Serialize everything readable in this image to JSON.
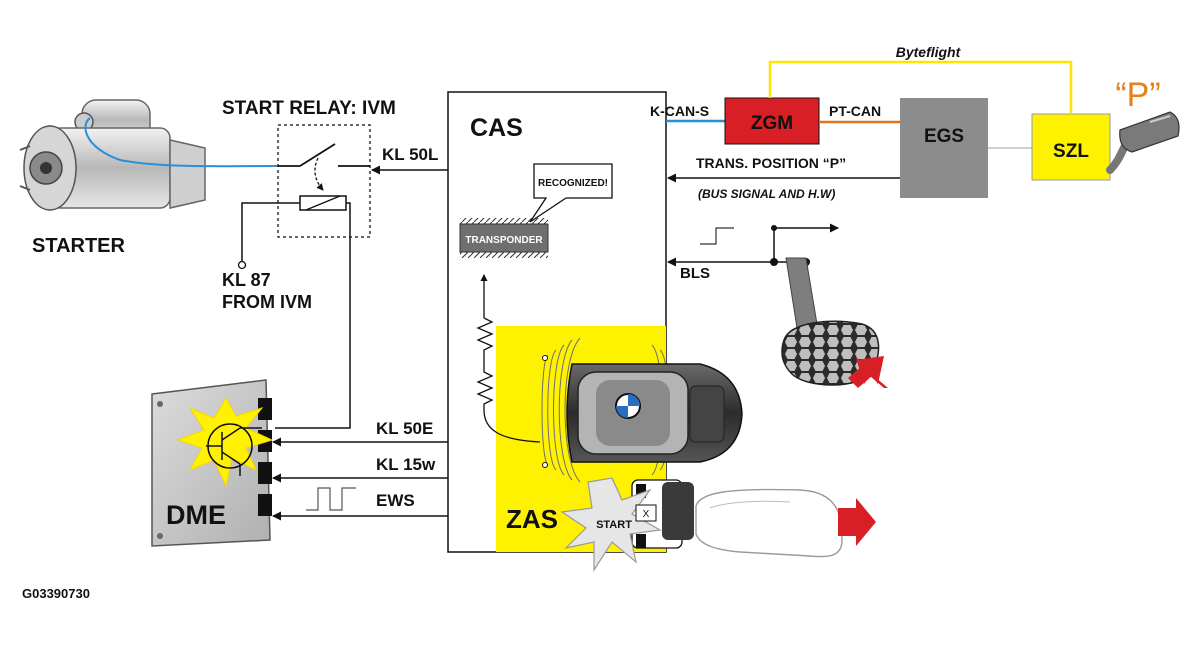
{
  "labels": {
    "starter": "STARTER",
    "start_relay": "START RELAY: IVM",
    "kl87_line1": "KL 87",
    "kl87_line2": "FROM IVM",
    "kl50l": "KL 50L",
    "cas": "CAS",
    "recognized": "RECOGNIZED!",
    "transponder": "TRANSPONDER",
    "kcans": "K-CAN-S",
    "zgm": "ZGM",
    "ptcan": "PT-CAN",
    "egs": "EGS",
    "szl": "SZL",
    "p_symbol": "“P”",
    "byteflight": "Byteflight",
    "trans_position": "TRANS. POSITION “P”",
    "bus_signal": "(BUS SIGNAL AND H.W)",
    "bls": "BLS",
    "kl50e": "KL 50E",
    "kl15w": "KL 15w",
    "ews": "EWS",
    "dme": "DME",
    "zas": "ZAS",
    "start": "START",
    "x_mark": "X",
    "figure_id": "G03390730"
  },
  "colors": {
    "zgm": "#d91f26",
    "zas": "#fff200",
    "szl": "#fff200",
    "egs": "#8c8c8c",
    "byteflight": "#ffe400",
    "kcan": "#2a8fd6",
    "ptcan": "#e0731e",
    "p_symbol": "#e8801f",
    "arrow_red": "#d91f26"
  }
}
